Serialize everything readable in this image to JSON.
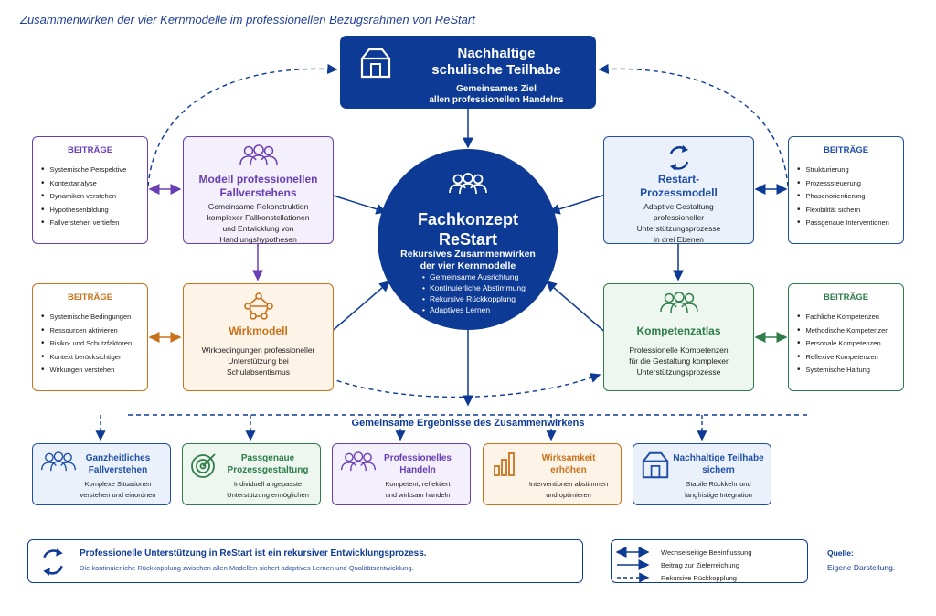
{
  "title": "Zusammenwirken der vier Kernmodelle im professionellen Bezugsrahmen von ReStart",
  "goal": {
    "title_line1": "Nachhaltige",
    "title_line2": "schulische Teilhabe",
    "subtitle_line1": "Gemeinsames Ziel",
    "subtitle_line2": "allen professionellen Handelns",
    "icon": "building-icon"
  },
  "center": {
    "title_line1": "Fachkonzept",
    "title_line2": "ReStart",
    "subtitle_line1": "Rekursives Zusammenwirken",
    "subtitle_line2": "der vier Kernmodelle",
    "bullets": [
      "Gemeinsame Ausrichtung",
      "Kontinuierliche Abstimmung",
      "Rekursive Rückkopplung",
      "Adaptives Lernen"
    ],
    "icon": "people-group-icon"
  },
  "models": {
    "fallverstehen": {
      "title_line1": "Modell professionellen",
      "title_line2": "Fallverstehens",
      "desc": [
        "Gemeinsame Rekonstruktion",
        "komplexer Fallkonstellationen",
        "und Entwicklung von",
        "Handlungshypothesen"
      ],
      "color": "#6a3fb5",
      "bg": "#f3effb",
      "icon": "people-group-icon"
    },
    "prozess": {
      "title_line1": "Restart-",
      "title_line2": "Prozessmodell",
      "desc": [
        "Adaptive Gestaltung",
        "professioneller",
        "Unterstützungsprozesse",
        "in drei Ebenen"
      ],
      "color": "#1f4ea8",
      "bg": "#eaf1fb",
      "icon": "cycle-arrows-icon"
    },
    "wirk": {
      "title": "Wirkmodell",
      "desc": [
        "Wirkbedingungen professioneller",
        "Unterstützung bei",
        "Schulabsentismus"
      ],
      "color": "#c9721b",
      "bg": "#fdf3e6",
      "icon": "network-icon"
    },
    "kompetenz": {
      "title": "Kompetenzatlas",
      "desc": [
        "Professionelle Kompetenzen",
        "für die Gestaltung komplexer",
        "Unterstützungsprozesse"
      ],
      "color": "#2e7d4a",
      "bg": "#edf6ef",
      "icon": "people-group-icon"
    }
  },
  "contributions": {
    "fallverstehen": {
      "title": "BEITRÄGE",
      "items": [
        "Systemische Perspektive",
        "Kontextanalyse",
        "Dynamiken verstehen",
        "Hypothesenbildung",
        "Fallverstehen vertiefen"
      ]
    },
    "prozess": {
      "title": "BEITRÄGE",
      "items": [
        "Strukturierung",
        "Prozesssteuerung",
        "Phasenorientierung",
        "Flexibilität sichern",
        "Passgenaue Interventionen"
      ]
    },
    "wirk": {
      "title": "BEITRÄGE",
      "items": [
        "Systemische Bedingungen",
        "Ressourcen aktivieren",
        "Risiko- und Schutzfaktoren",
        "Kontext berücksichtigen",
        "Wirkungen verstehen"
      ]
    },
    "kompetenz": {
      "title": "BEITRÄGE",
      "items": [
        "Fachliche Kompetenzen",
        "Methodische Kompetenzen",
        "Personale Kompetenzen",
        "Reflexive Kompetenzen",
        "Systemische Haltung"
      ]
    }
  },
  "results_label": "Gemeinsame Ergebnisse des Zusammenwirkens",
  "results": [
    {
      "title": [
        "Ganzheitliches",
        "Fallverstehen"
      ],
      "desc": [
        "Komplexe Situationen",
        "verstehen und einordnen"
      ],
      "color": "#1f4ea8",
      "bg": "#eaf1fb",
      "icon": "people-group-icon"
    },
    {
      "title": [
        "Passgenaue",
        "Prozessgestaltung"
      ],
      "desc": [
        "Individuell angepasste",
        "Unterstützung ermöglichen"
      ],
      "color": "#2e7d4a",
      "bg": "#edf6ef",
      "icon": "target-icon"
    },
    {
      "title": [
        "Professionelles",
        "Handeln"
      ],
      "desc": [
        "Kompetent, reflektiert",
        "und wirksam handeln"
      ],
      "color": "#6a3fb5",
      "bg": "#f3effb",
      "icon": "people-group-icon"
    },
    {
      "title": [
        "Wirksamkeit",
        "erhöhen"
      ],
      "desc": [
        "Interventionen abstimmen",
        "und optimieren"
      ],
      "color": "#c9721b",
      "bg": "#fdf3e6",
      "icon": "bar-chart-icon"
    },
    {
      "title": [
        "Nachhaltige Teilhabe",
        "sichern"
      ],
      "desc": [
        "Stabile Rückkehr und",
        "langfristige Integration"
      ],
      "color": "#1f4ea8",
      "bg": "#eaf1fb",
      "icon": "building-icon"
    }
  ],
  "footer": {
    "title": "Professionelle Unterstützung in ReStart ist ein rekursiver Entwicklungsprozess.",
    "desc": "Die kontinuierliche Rückkopplung zwischen allen Modellen sichert adaptives Lernen und Qualitätsentwicklung.",
    "icon": "cycle-arrows-icon"
  },
  "legend": {
    "items": [
      "Wechselseitige Beeinflussung",
      "Beitrag zur Zielerreichung",
      "Rekursive Rückkopplung"
    ]
  },
  "source": {
    "label": "Quelle:",
    "value": "Eigene Darstellung."
  }
}
